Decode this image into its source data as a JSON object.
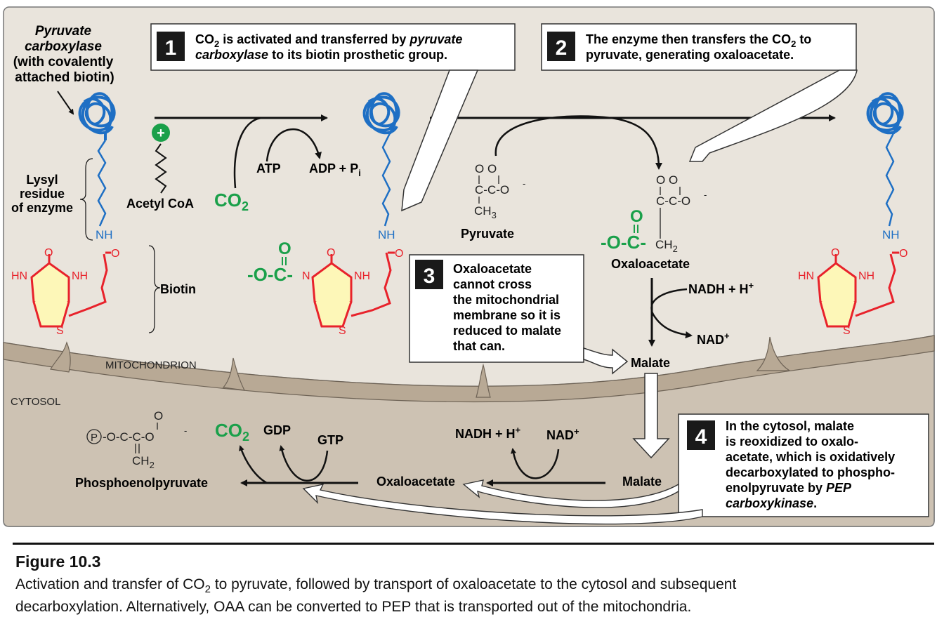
{
  "colors": {
    "mito_bg": "#e9e4dc",
    "cytosol_bg": "#cdc2b3",
    "membrane": "#ab9c8a",
    "biotin_red": "#e8222b",
    "biotin_fill": "#fdf7b8",
    "enzyme_blue": "#1e6fc4",
    "co2_green": "#1aa04a",
    "box_white": "#ffffff",
    "badge_black": "#1a1a1a"
  },
  "labels": {
    "enzyme_name_1": "Pyruvate",
    "enzyme_name_2": "carboxylase",
    "enzyme_name_3": "(with covalently",
    "enzyme_name_4": "attached biotin)",
    "lysyl_1": "Lysyl",
    "lysyl_2": "residue",
    "lysyl_3": "of enzyme",
    "biotin": "Biotin",
    "acetyl_coa": "Acetyl CoA",
    "plus": "+",
    "co2_main": "CO",
    "co2_sub": "2",
    "atp": "ATP",
    "adp": "ADP + P",
    "adp_sub": "i",
    "mitochondrion": "MITOCHONDRION",
    "cytosol": "CYTOSOL",
    "pyruvate": "Pyruvate",
    "oxaloacetate": "Oxaloacetate",
    "nadh_top": "NADH + H",
    "nadh_top_sup": "+",
    "nad_top": "NAD",
    "nad_top_sup": "+",
    "malate_mito": "Malate",
    "malate_cyto": "Malate",
    "oxaloacetate_cyto": "Oxaloacetate",
    "nadh_cyto": "NADH + H",
    "nadh_cyto_sup": "+",
    "nad_cyto": "NAD",
    "nad_cyto_sup": "+",
    "gdp": "GDP",
    "gtp": "GTP",
    "co2_cyto": "CO",
    "co2_cyto_sub": "2",
    "pep": "Phosphoenolpyruvate",
    "nh": "NH",
    "hn": "HN",
    "o": "O",
    "s": "S",
    "n": "N",
    "c": "C",
    "ch2": "CH",
    "ch3": "CH",
    "sub2": "2",
    "sub3": "3",
    "minus_o": "-O-",
    "o_minus": "O",
    "minus": "-",
    "p": "P"
  },
  "steps": [
    {
      "num": "1",
      "line1_a": "CO",
      "line1_sub": "2",
      "line1_b": " is activated and transferred by ",
      "line1_ital": "pyruvate",
      "line2_ital": "carboxylase",
      "line2_b": " to its biotin prosthetic group."
    },
    {
      "num": "2",
      "line1_a": "The enzyme then transfers the CO",
      "line1_sub": "2",
      "line1_b": " to",
      "line2": "pyruvate, generating oxaloacetate."
    },
    {
      "num": "3",
      "lines": [
        "Oxaloacetate",
        "cannot  cross",
        "the mitochondrial",
        "membrane so it is",
        "reduced to malate",
        "that can."
      ]
    },
    {
      "num": "4",
      "lines": [
        "In the cytosol, malate",
        "is reoxidized to oxalo-",
        "acetate, which is oxidatively",
        "decarboxylated to phospho-",
        "enolpyruvate by "
      ],
      "ital_a": "PEP",
      "ital_b": "carboxykinase",
      "end": "."
    }
  ],
  "caption": {
    "title": "Figure 10.3",
    "line1_a": "Activation and transfer of CO",
    "line1_sub": "2",
    "line1_b": " to pyruvate, followed by transport of oxaloacetate to the cytosol and subsequent",
    "line2": "decarboxylation. Alternatively, OAA can be converted to PEP that is transported out of the mitochondria."
  }
}
